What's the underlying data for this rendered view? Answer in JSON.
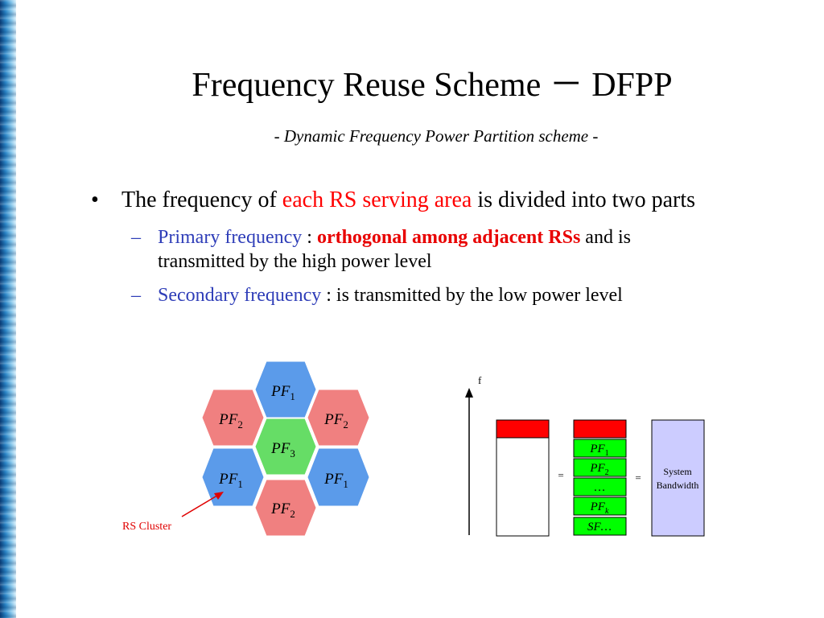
{
  "slide": {
    "title": "Frequency Reuse Scheme － DFPP",
    "subtitle": "- Dynamic Frequency Power Partition scheme -"
  },
  "bullet": {
    "marker": "•",
    "part1": "The frequency of ",
    "highlight": "each RS serving area",
    "part2": " is divided into two parts"
  },
  "sub1": {
    "marker": "–",
    "term": "Primary frequency",
    "colon": " : ",
    "emphasis": "orthogonal among adjacent RSs",
    "rest_line1": " and is",
    "rest_line2": "transmitted by the high power level"
  },
  "sub2": {
    "marker": "–",
    "term": "Secondary frequency",
    "rest": " : is transmitted by the low power level"
  },
  "hex_diagram": {
    "cells": [
      {
        "main": "PF",
        "sub": "1",
        "color": "#5b9bea"
      },
      {
        "main": "PF",
        "sub": "2",
        "color": "#f08080"
      },
      {
        "main": "PF",
        "sub": "2",
        "color": "#f08080"
      },
      {
        "main": "PF",
        "sub": "3",
        "color": "#66dd66"
      },
      {
        "main": "PF",
        "sub": "1",
        "color": "#5b9bea"
      },
      {
        "main": "PF",
        "sub": "1",
        "color": "#5b9bea"
      },
      {
        "main": "PF",
        "sub": "2",
        "color": "#f08080"
      }
    ],
    "cluster_label": "RS Cluster",
    "cluster_label_color": "#e00000"
  },
  "bandwidth_diagram": {
    "axis_label": "f",
    "equals": "=",
    "stack": [
      {
        "main": "PF",
        "sub": "1"
      },
      {
        "main": "PF",
        "sub": "2"
      },
      {
        "main": "…",
        "sub": ""
      },
      {
        "main": "PF",
        "sub": "k"
      },
      {
        "main": "SF…",
        "sub": ""
      }
    ],
    "system_label_line1": "System",
    "system_label_line2": "Bandwidth",
    "colors": {
      "high_power": "#ff0000",
      "stack_fill": "#00ff00",
      "system_fill": "#ccccff"
    }
  }
}
